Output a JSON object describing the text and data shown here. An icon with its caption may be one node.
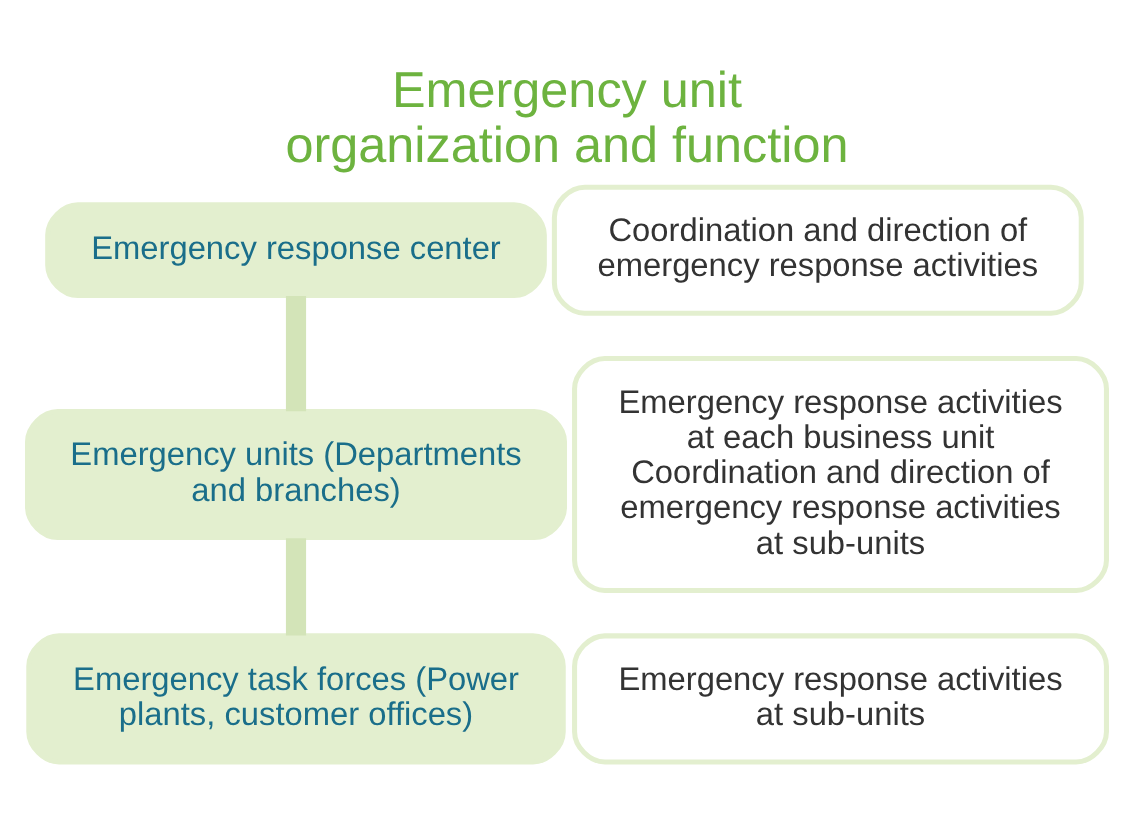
{
  "diagram": {
    "title": "Emergency unit organization and function",
    "nodes": [
      {
        "text": [
          "Emergency response center"
        ]
      },
      {
        "text": [
          "Coordination and direction of emergency response activities"
        ]
      },
      {
        "text": [
          "Emergency units (Departments and branches)"
        ]
      },
      {
        "text": [
          "Emergency response activities at each business unit",
          "Coordination and direction of emergency response activities at sub-units"
        ]
      },
      {
        "text": [
          "Emergency task forces (Power plants, customer offices)"
        ]
      },
      {
        "text": [
          "Emergency response activities at sub-units"
        ]
      }
    ],
    "edges": [
      {
        "from": 0,
        "to": 2,
        "arrow": "none"
      },
      {
        "from": 2,
        "to": 4,
        "arrow": "none"
      }
    ]
  }
}
